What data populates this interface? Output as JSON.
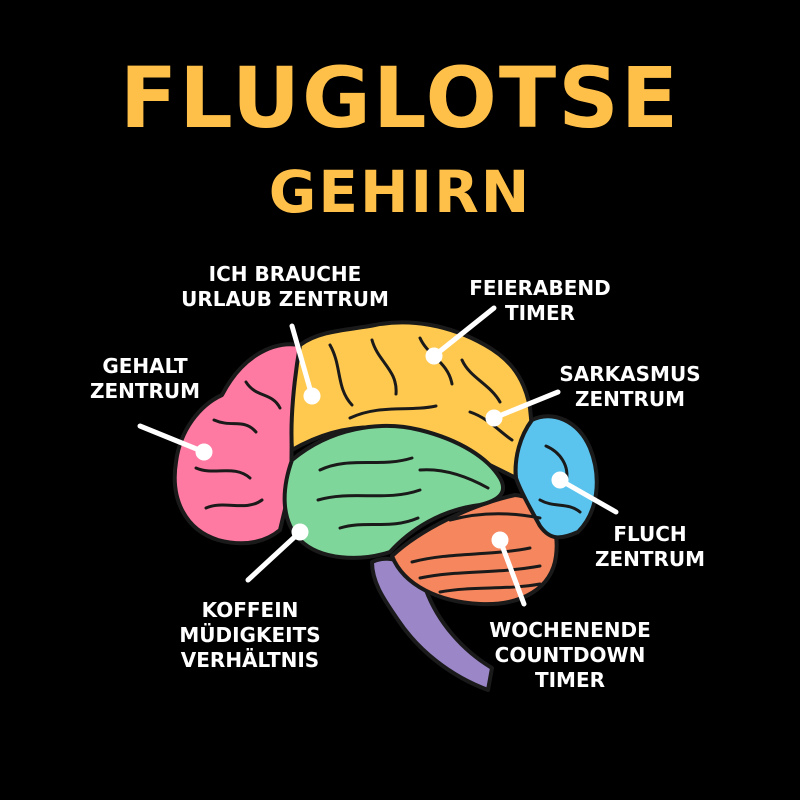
{
  "title": {
    "line1": "FLUGLOTSE",
    "line2": "GEHIRN",
    "color": "#ffc04a"
  },
  "colors": {
    "parietal": "#ffc94f",
    "frontal": "#ff7aa2",
    "temporal": "#7fd69a",
    "occipital": "#5bc4ee",
    "cerebellum": "#f5865d",
    "brainstem": "#9b86c8"
  },
  "labels": {
    "urlaub": {
      "line1": "ICH BRAUCHE",
      "line2": "URLAUB ZENTRUM"
    },
    "feierabend": {
      "line1": "FEIERABEND",
      "line2": "TIMER"
    },
    "gehalt": {
      "line1": "GEHALT",
      "line2": "ZENTRUM"
    },
    "sarkasmus": {
      "line1": "SARKASMUS",
      "line2": "ZENTRUM"
    },
    "fluch": {
      "line1": "FLUCH",
      "line2": "ZENTRUM"
    },
    "koffein": {
      "line1": "KOFFEIN",
      "line2": "MÜDIGKEITS",
      "line3": "VERHÄLTNIS"
    },
    "wochenende": {
      "line1": "WOCHENENDE",
      "line2": "COUNTDOWN",
      "line3": "TIMER"
    }
  }
}
